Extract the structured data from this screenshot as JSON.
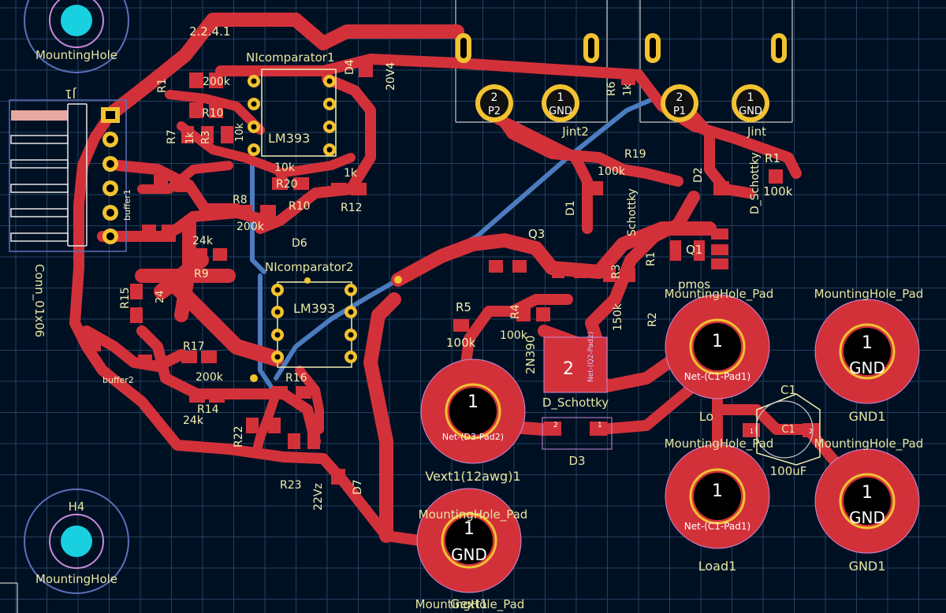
{
  "board": {
    "colors": {
      "background": "#001023",
      "grid": "#24405e",
      "copper_front": "#d3313a",
      "copper_back": "#4c7cc0",
      "silkscreen": "#f0f0b0",
      "courtyard": "#c78bd8",
      "drill": "#000000",
      "pad_ring": "#f2c230"
    }
  },
  "mounting_holes": [
    {
      "ref": "",
      "value": "MountingHole"
    },
    {
      "ref": "H4",
      "value": "MountingHole"
    }
  ],
  "connectors": {
    "j1": {
      "ref": "J1",
      "value": "Conn_01x06"
    }
  },
  "ics": [
    {
      "ref": "NIcomparator1",
      "value": "LM393"
    },
    {
      "ref": "NIcomparator2",
      "value": "LM393"
    }
  ],
  "labels": {
    "buffer1": "buffer1",
    "buffer2": "buffer2",
    "r1_top": "R1",
    "r1_val": "200k",
    "r10": "R10",
    "r10_val": "10k",
    "r7": "R7",
    "r7_val": "1k",
    "r3": "R3",
    "r20": "R20",
    "r20_val": "10k",
    "r8": "R8",
    "r8_val": "200k",
    "r_10": "R10",
    "r12": "R12",
    "r12_val": "1k",
    "d6": "D6",
    "r9": "R9",
    "r9_val": "24k",
    "r15": "R15",
    "r15_val": "24",
    "r17": "R17",
    "r17_val": "200k",
    "r14": "R14",
    "r14_val": "24k",
    "r16": "R16",
    "r22": "R22",
    "r23": "R23",
    "d7": "D7",
    "d7_val": "22Vz",
    "d4": "D4",
    "d4_val": "20V4",
    "top_left_val": "2.2.4.1",
    "r6": "R6",
    "r6_val": "1k",
    "p2": "P2",
    "gnd_a": "GND",
    "jint2": "Jint2",
    "p1": "P1",
    "gnd_b": "GND",
    "jint1": "Jint",
    "r19": "R19",
    "r19_val": "100k",
    "d1": "D1",
    "d1_val": "Schottky",
    "d2": "D2",
    "d2_val": "D_Schottky",
    "r18": "R1",
    "r18_val": "100k",
    "q3": "Q3",
    "q1": "Q1",
    "q1_val": "pmos",
    "r1": "R1",
    "r2": "R2",
    "r2_val": "150k",
    "r3b": "R3",
    "r4": "R4",
    "r4_val": "100k",
    "r5": "R5",
    "r5_val": "100k",
    "q2_val": "2N390",
    "q2_pad": "2",
    "q2_net": "Net-(Q2-Pad2)",
    "d3": "D3",
    "d3_val": "D_Schottky",
    "c1": "C1",
    "c1_val": "100uF",
    "mh_pad": "MountingHole_Pad"
  },
  "big_pads": [
    {
      "name": "vext1",
      "num": "1",
      "net": "Net-(D3-Pad2)",
      "label": "Vext1(12awg)1"
    },
    {
      "name": "gext1",
      "num": "1",
      "net": "GND",
      "label": "Gext1"
    },
    {
      "name": "load-top",
      "num": "1",
      "net": "Net-(C1-Pad1)",
      "label": "Lo"
    },
    {
      "name": "load1",
      "num": "1",
      "net": "Net-(C1-Pad1)",
      "label": "Load1"
    },
    {
      "name": "gnd1-top",
      "num": "1",
      "net": "GND",
      "label": "GND1"
    },
    {
      "name": "gnd1-bottom",
      "num": "1",
      "net": "GND",
      "label": "GND1"
    }
  ],
  "small_pins": {
    "p2_num": "2",
    "p1_num": "2",
    "g_num": "1",
    "d3_a": "2",
    "d3_k": "1",
    "c1_a": "1",
    "c1_b": "2"
  }
}
